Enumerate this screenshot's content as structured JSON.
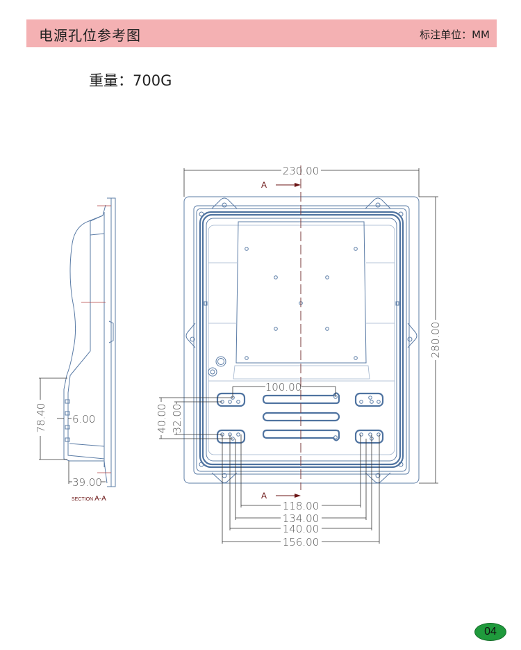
{
  "header": {
    "title": "电源孔位参考图",
    "unit_label": "标注单位：MM"
  },
  "weight_label": "重量：700G",
  "front_view": {
    "section_marker": "A",
    "dimensions": {
      "width": "230.00",
      "height": "280.00",
      "slot_span": "100.00",
      "pad_spacing_outer": "40.00",
      "pad_spacing_inner": "32.00",
      "hole_118": "118.00",
      "hole_134": "134.00",
      "hole_140": "140.00",
      "hole_156": "156.00"
    }
  },
  "side_view": {
    "label_prefix": "SECTION",
    "label_suffix": "A-A",
    "dimensions": {
      "height": "78.40",
      "wall": "6.00",
      "depth": "39.00"
    }
  },
  "page_number": "04",
  "colors": {
    "header_bg": "#f4b1b3",
    "outline": "#5b7ca6",
    "page_badge": "#1f9a3c"
  }
}
